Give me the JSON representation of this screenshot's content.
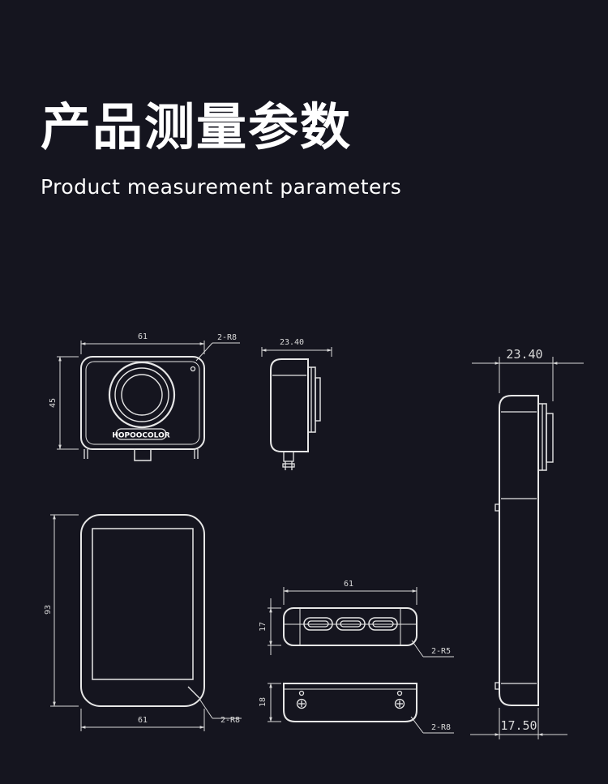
{
  "header": {
    "title_cn": "产品测量参数",
    "title_en": "Product measurement parameters"
  },
  "colors": {
    "background": "#15151f",
    "line": "#e6e6e6",
    "text": "#ffffff"
  },
  "brand": "HOPOOCOLOR",
  "views": {
    "front": {
      "width": "61",
      "height": "45",
      "radius": "2-R8"
    },
    "side_top": {
      "depth": "23.40"
    },
    "back": {
      "width": "61",
      "height": "93",
      "radius": "2-R8"
    },
    "bottom": {
      "width": "61",
      "height": "17",
      "radius": "2-R5"
    },
    "top": {
      "height": "18",
      "radius": "2-R8"
    },
    "side_tall": {
      "depth": "23.40",
      "thickness": "17.50"
    }
  }
}
